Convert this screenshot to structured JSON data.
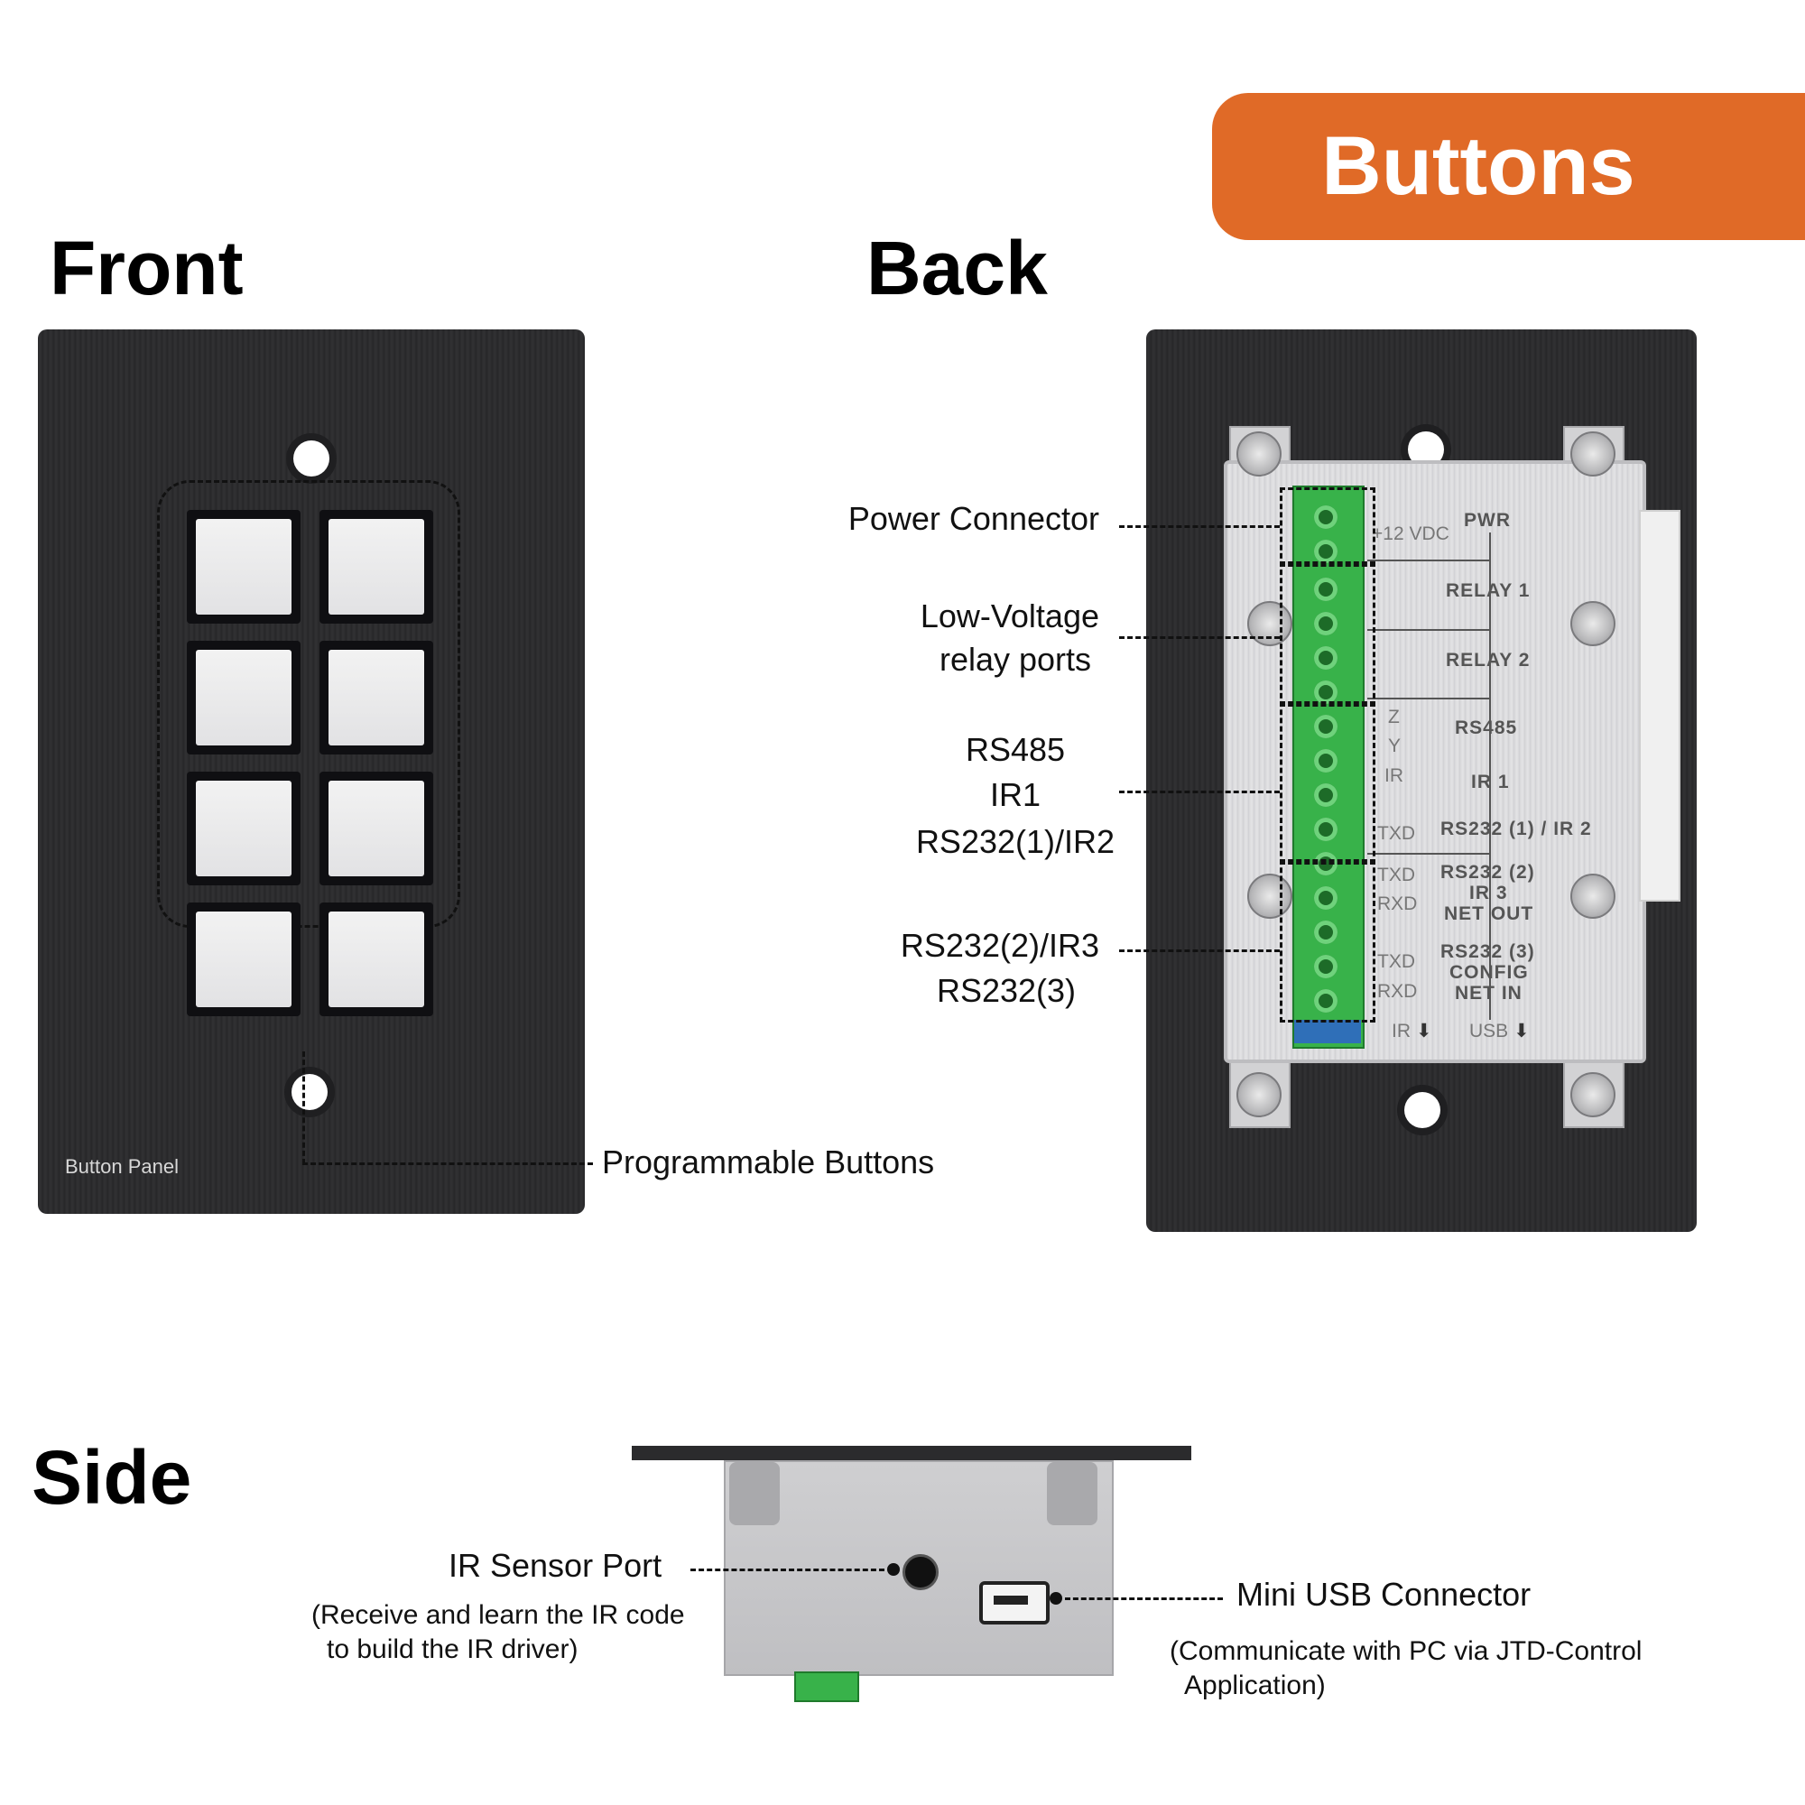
{
  "badge": {
    "text": "Buttons",
    "color": "#e06a27"
  },
  "front": {
    "title": "Front",
    "panel_text": "Button Panel",
    "callout": "Programmable Buttons",
    "button_count": 8
  },
  "back": {
    "title": "Back",
    "callouts": {
      "power": "Power Connector",
      "relay_1": "Low-Voltage",
      "relay_2": "relay ports",
      "ports_1": "RS485",
      "ports_2": "IR1",
      "ports_3": "RS232(1)/IR2",
      "ports2_1": "RS232(2)/IR3",
      "ports2_2": "RS232(3)"
    },
    "silkscreen": {
      "pwr": "PWR",
      "vdc": "+12 VDC",
      "relay1": "RELAY 1",
      "relay2": "RELAY 2",
      "rs485": "RS485",
      "ir1": "IR 1",
      "rs232_1": "RS232 (1) / IR 2",
      "rs232_2": "RS232 (2)",
      "ir3": "IR 3",
      "netout": "NET OUT",
      "rs232_3": "RS232 (3)",
      "config": "CONFIG",
      "netin": "NET IN",
      "ir": "IR",
      "usb": "USB",
      "z": "Z",
      "y": "Y",
      "irpin": "IR",
      "txd1": "TXD",
      "txd2": "TXD",
      "rxd2": "RXD",
      "txd3": "TXD",
      "rxd3": "RXD"
    }
  },
  "side": {
    "title": "Side",
    "ir_label": "IR Sensor Port",
    "ir_desc_1": "(Receive and learn the IR code",
    "ir_desc_2": "to build the IR driver)",
    "usb_label": "Mini USB Connector",
    "usb_desc_1": "(Communicate with PC via JTD-Control",
    "usb_desc_2": "Application)"
  }
}
